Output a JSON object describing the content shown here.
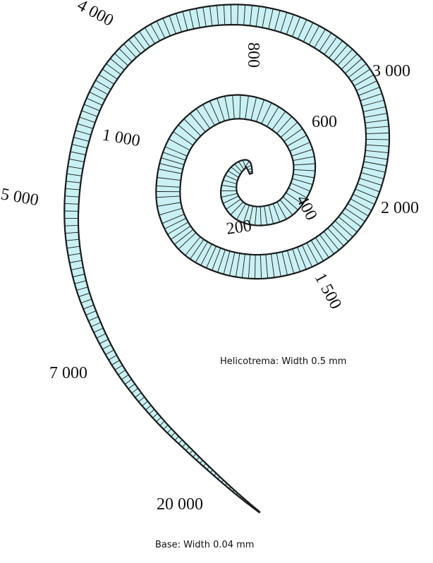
{
  "diagram": {
    "colors": {
      "membrane_fill": "#c9f1f4",
      "outline": "#1a1a1a",
      "background": "#ffffff"
    },
    "frequency_labels": {
      "f200": "200",
      "f400": "400",
      "f600": "600",
      "f800": "800",
      "f1000": "1 000",
      "f1500": "1 500",
      "f2000": "2 000",
      "f3000": "3 000",
      "f4000": "4 000",
      "f5000": "5 000",
      "f7000": "7 000",
      "f20000": "20 000"
    },
    "annotations": {
      "helicotrema": "Helicotrema: Width 0.5 mm",
      "base": "Base: Width 0.04 mm"
    }
  }
}
